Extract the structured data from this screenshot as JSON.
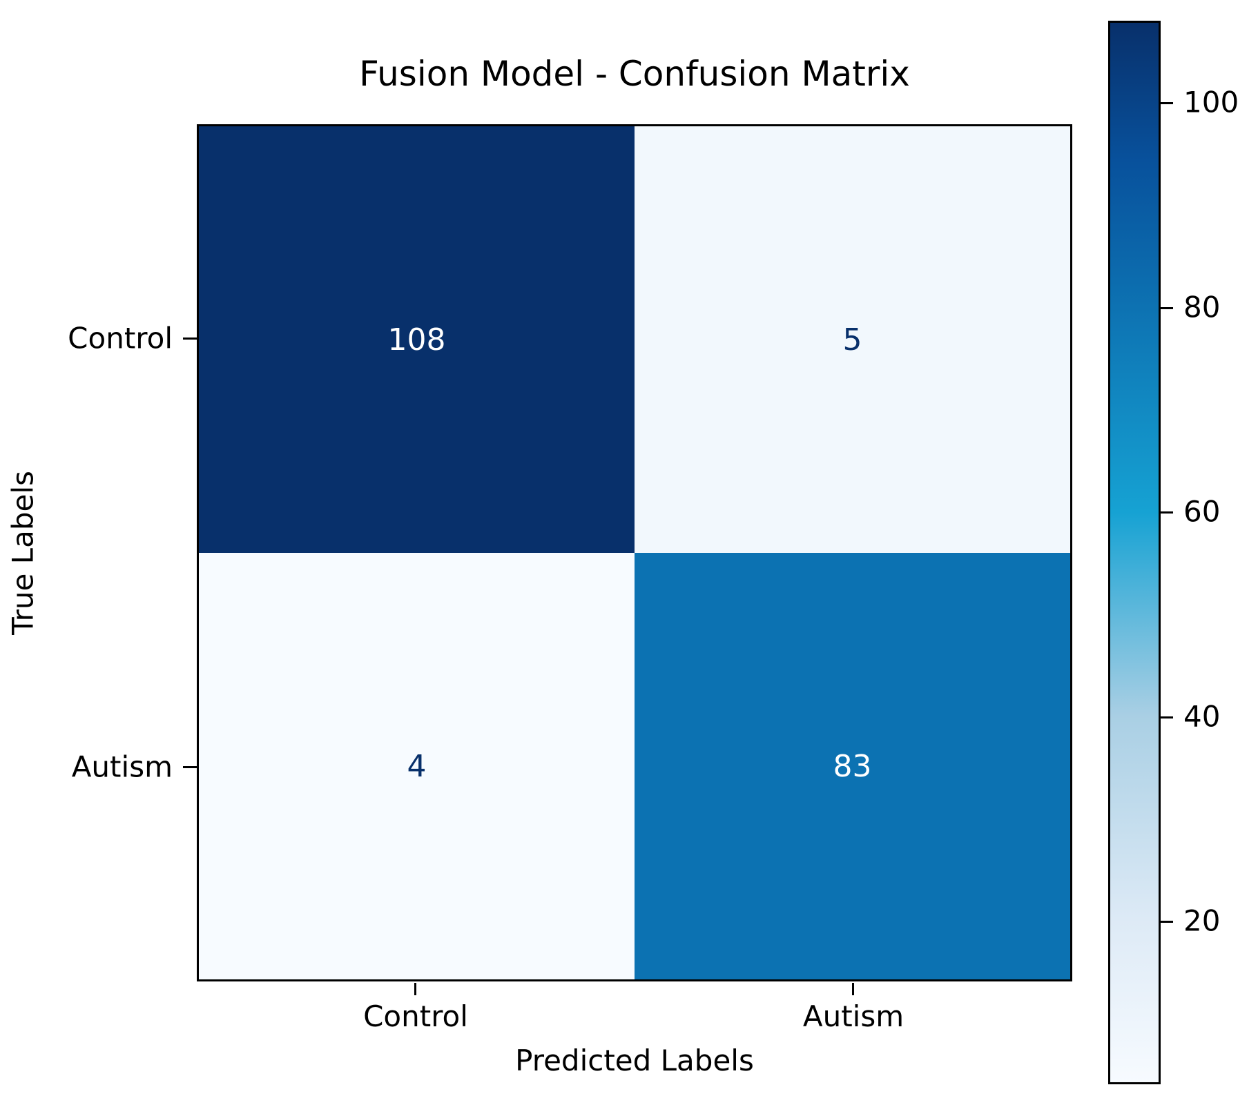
{
  "chart_data": {
    "type": "heatmap",
    "title": "Fusion Model - Confusion Matrix",
    "xlabel": "Predicted Labels",
    "ylabel": "True Labels",
    "x_tick_labels": [
      "Control",
      "Autism"
    ],
    "y_tick_labels": [
      "Control",
      "Autism"
    ],
    "matrix": [
      [
        108,
        5
      ],
      [
        4,
        83
      ]
    ],
    "value_range": [
      4,
      108
    ],
    "colormap": "Blues",
    "grid": "off",
    "legend_position": "right-colorbar",
    "colorbar_ticks": [
      "100",
      "80",
      "60",
      "40",
      "20"
    ],
    "cell_colors": {
      "r0c0": "#08306b",
      "r0c1": "#f2f8fd",
      "r1c0": "#f7fbff",
      "r1c1": "#0c72b2"
    },
    "cell_text_colors": {
      "r0c0": "#ffffff",
      "r0c1": "#08306b",
      "r1c0": "#08306b",
      "r1c1": "#ffffff"
    }
  }
}
